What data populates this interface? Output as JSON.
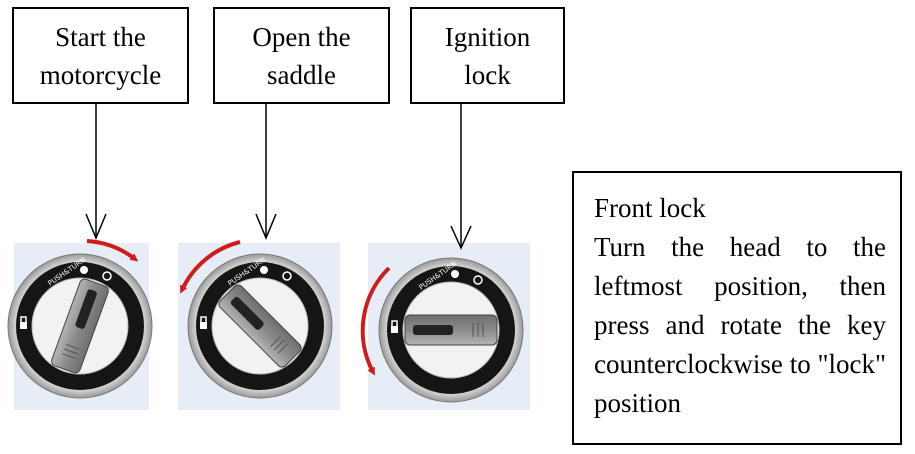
{
  "labels": [
    {
      "line1": "Start the",
      "line2": "motorcycle"
    },
    {
      "line1": "Open the",
      "line2": "saddle"
    },
    {
      "line1": "Ignition",
      "line2": "lock"
    }
  ],
  "note": {
    "title": "Front lock",
    "body": "Turn the head to the leftmost position, then press and rotate the key counterclockwise to \"lock\" position"
  },
  "dial_text": "PUSH&TURN",
  "icons": [
    "lock-icon",
    "saddle-icon",
    "power-icon"
  ],
  "colors": {
    "arrow": "#d01b1b",
    "dial_bg": "#e6edf7",
    "knob": "#8a8a8a"
  }
}
